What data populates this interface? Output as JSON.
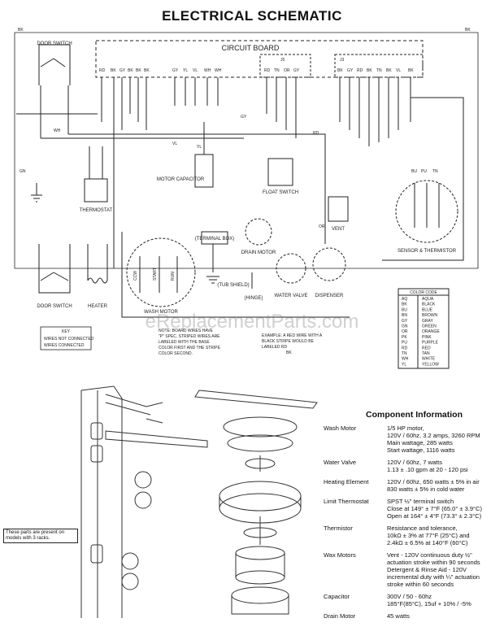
{
  "title": "ELECTRICAL SCHEMATIC",
  "board": {
    "label": "CIRCUIT BOARD",
    "pins_left": [
      "RD",
      "BK",
      "GY",
      "BK",
      "BK",
      "BK"
    ],
    "pins_mid": [
      "GY",
      "YL",
      "VL",
      "WH",
      "WH"
    ],
    "j5_label": "J5",
    "j5_pins": [
      "RD",
      "TN",
      "OR",
      "GY"
    ],
    "j3_label": "J3",
    "j3_pins": [
      "BK",
      "GY",
      "RD",
      "BK",
      "TN",
      "BK",
      "VL",
      "BK"
    ]
  },
  "components": {
    "door_switch_top": "DOOR SWITCH",
    "door_switch_bottom": "DOOR SWITCH",
    "thermostat": "THERMOSTAT",
    "motor_capacitor": "MOTOR CAPACITOR",
    "float_switch": "FLOAT SWITCH",
    "vent": "VENT",
    "sensor": "SENSOR & THERMISTOR",
    "terminal_box": "(TERMINAL BOX)",
    "tub_shield": "(TUB SHIELD)",
    "hinge": "(HINGE)",
    "drain_motor": "DRAIN MOTOR",
    "water_valve": "WATER VALVE",
    "dispenser": "DISPENSER",
    "heater": "HEATER",
    "wash_motor": "WASH MOTOR",
    "wash_windings": [
      "CCW",
      "START",
      "RUN"
    ]
  },
  "wire_labels": {
    "bk": "BK",
    "wh": "WH",
    "rd": "RD",
    "gy": "GY",
    "yl": "YL",
    "or": "OR",
    "bu": "BU",
    "pu": "PU",
    "tn": "TN",
    "vl": "VL",
    "gn": "GN"
  },
  "key": {
    "title": "KEY",
    "items": [
      "WIRES NOT CONNECTED",
      "WIRES CONNECTED"
    ]
  },
  "notes": [
    "NOTE: BOARD WIRES HAVE",
    "\"P\" SPEC. STRIPED WIRES ARE",
    "LABELED WITH THE BASE",
    "COLOR FIRST AND THE STRIPE",
    "COLOR SECOND."
  ],
  "example": [
    "EXAMPLE: A RED WIRE WITH A",
    "BLACK STRIPE WOULD BE",
    "LABELED RD",
    "BK"
  ],
  "color_code": {
    "title": "COLOR CODE",
    "rows": [
      [
        "AQ",
        "AQUA"
      ],
      [
        "BK",
        "BLACK"
      ],
      [
        "BU",
        "BLUE"
      ],
      [
        "BN",
        "BROWN"
      ],
      [
        "GY",
        "GRAY"
      ],
      [
        "GN",
        "GREEN"
      ],
      [
        "OR",
        "ORANGE"
      ],
      [
        "PK",
        "PINK"
      ],
      [
        "PU",
        "PURPLE"
      ],
      [
        "RD",
        "RED"
      ],
      [
        "TN",
        "TAN"
      ],
      [
        "WH",
        "WHITE"
      ],
      [
        "YL",
        "YELLOW"
      ]
    ]
  },
  "watermark": "eReplacementParts.com",
  "parts_note": "These parts are present on models with 3 racks.",
  "component_info": {
    "title": "Component Information",
    "rows": [
      {
        "name": "Wash Motor",
        "lines": [
          "1/5 HP motor,",
          "120V / 60hz, 3.2 amps, 3260 RPM",
          "Main wattage, 285 watts",
          "Start wattage, 1116 watts"
        ]
      },
      {
        "name": "Water Valve",
        "lines": [
          "120V / 60hz, 7 watts",
          "1.13 ± .10 gpm at 20 - 120 psi"
        ]
      },
      {
        "name": "Heating Element",
        "lines": [
          "120V / 60hz, 650 watts ± 5% in air",
          "830 watts ± 5% in cold water"
        ]
      },
      {
        "name": "Limit Thermostat",
        "lines": [
          "SPST ½\" terminal switch",
          "Close at 149° ± 7°F (65.0° ± 3.9°C)",
          "Open at 164° ± 4°F (73.3° ± 2.3°C)"
        ]
      },
      {
        "name": "Thermistor",
        "lines": [
          "Resistance and tolerance,",
          "10kΩ ± 3% at 77°F (25°C) and",
          "2.4kΩ ± 6.5% at 140°F (60°C)"
        ]
      },
      {
        "name": "Wax Motors",
        "lines": [
          "Vent - 120V continuous duty ½\"",
          "actuation stroke within 90 seconds",
          "Detergent & Rinse Aid - 120V",
          "incremental duty with ¼\" actuation",
          "stroke within 60 seconds"
        ]
      },
      {
        "name": "Capacitor",
        "lines": [
          "300V / 50 - 60hz",
          "185°F(85°C), 15uf + 10% / -5%"
        ]
      },
      {
        "name": "Drain Motor",
        "lines": [
          "45 watts"
        ]
      }
    ]
  }
}
